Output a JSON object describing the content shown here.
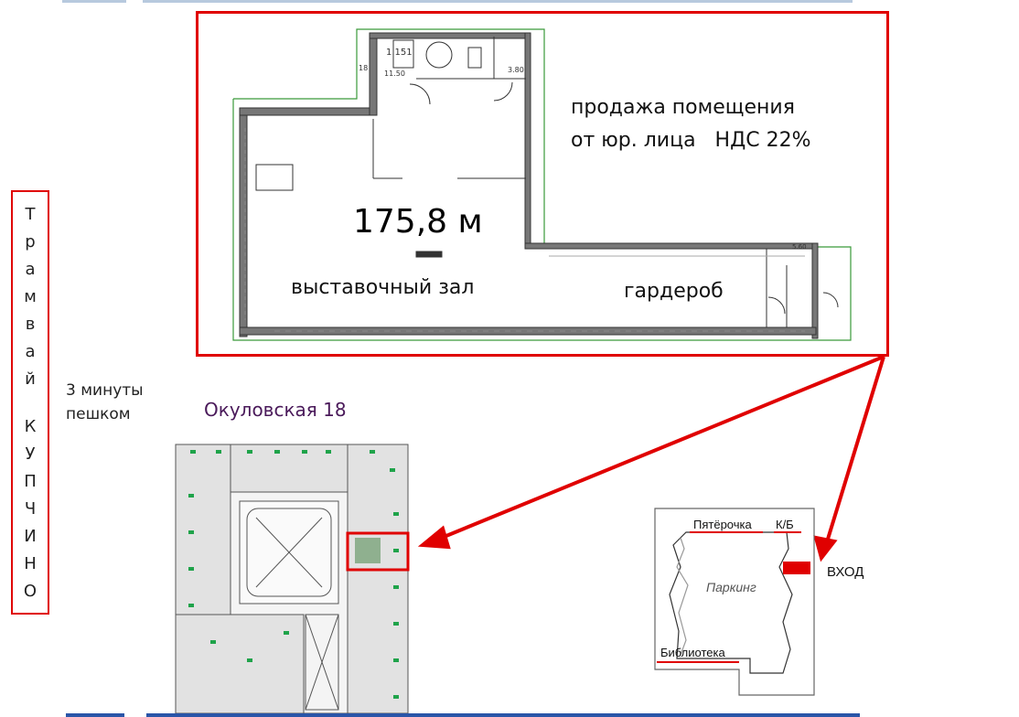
{
  "sale_text": {
    "line1": "продажа помещения",
    "line2": "от юр. лица   НДС 22%"
  },
  "area": "175,8 м",
  "rooms": {
    "hall": "выставочный зал",
    "wardrobe": "гардероб"
  },
  "tram": {
    "letters_top": [
      "Т",
      "р",
      "а",
      "м",
      "в",
      "а",
      "й"
    ],
    "letters_bottom": [
      "К",
      "У",
      "П",
      "Ч",
      "И",
      "Н",
      "О"
    ]
  },
  "walk": {
    "line1": "3 минуты",
    "line2": "пешком"
  },
  "address": "Окуловская 18",
  "site_map": {
    "shop": "Пятёрочка",
    "kb": "К/Б",
    "parking": "Паркинг",
    "library": "Библиотека",
    "entrance": "ВХОД"
  },
  "plan_labels": {
    "room_code": "1.151",
    "dim1": "11.50",
    "dim2": "3.80",
    "dim3": "5.60",
    "dim4": "18"
  },
  "colors": {
    "highlight_red": "#e00000",
    "wall_green": "#3a9a3a",
    "address_purple": "#4a1a5a"
  }
}
